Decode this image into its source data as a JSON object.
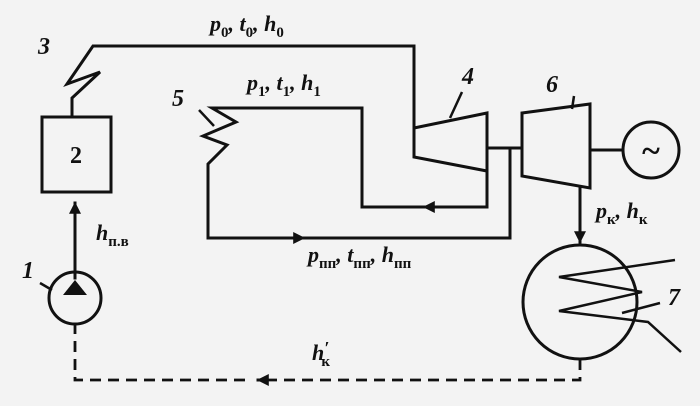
{
  "component_numbers": {
    "pump": "1",
    "boiler": "2",
    "superheater": "3",
    "hp_turbine": "4",
    "reheater": "5",
    "lp_turbine": "6",
    "condenser": "7"
  },
  "generator_symbol": "~",
  "labels": {
    "live_steam": {
      "p": "p",
      "p_sub": "0",
      "t": "t",
      "t_sub": "0",
      "h": "h",
      "h_sub": "0"
    },
    "hp_exhaust": {
      "p": "p",
      "p_sub": "1",
      "t": "t",
      "t_sub": "1",
      "h": "h",
      "h_sub": "1"
    },
    "reheat": {
      "p": "p",
      "p_sub": "пп",
      "t": "t",
      "t_sub": "пп",
      "h": "h",
      "h_sub": "пп"
    },
    "condenser_inlet": {
      "p": "p",
      "p_sub": "к",
      "h": "h",
      "h_sub": "к"
    },
    "feed_water": {
      "h": "h",
      "h_sub": "п.в"
    },
    "condensate": {
      "h": "h",
      "h_prime": "′",
      "h_sub": "к"
    }
  }
}
